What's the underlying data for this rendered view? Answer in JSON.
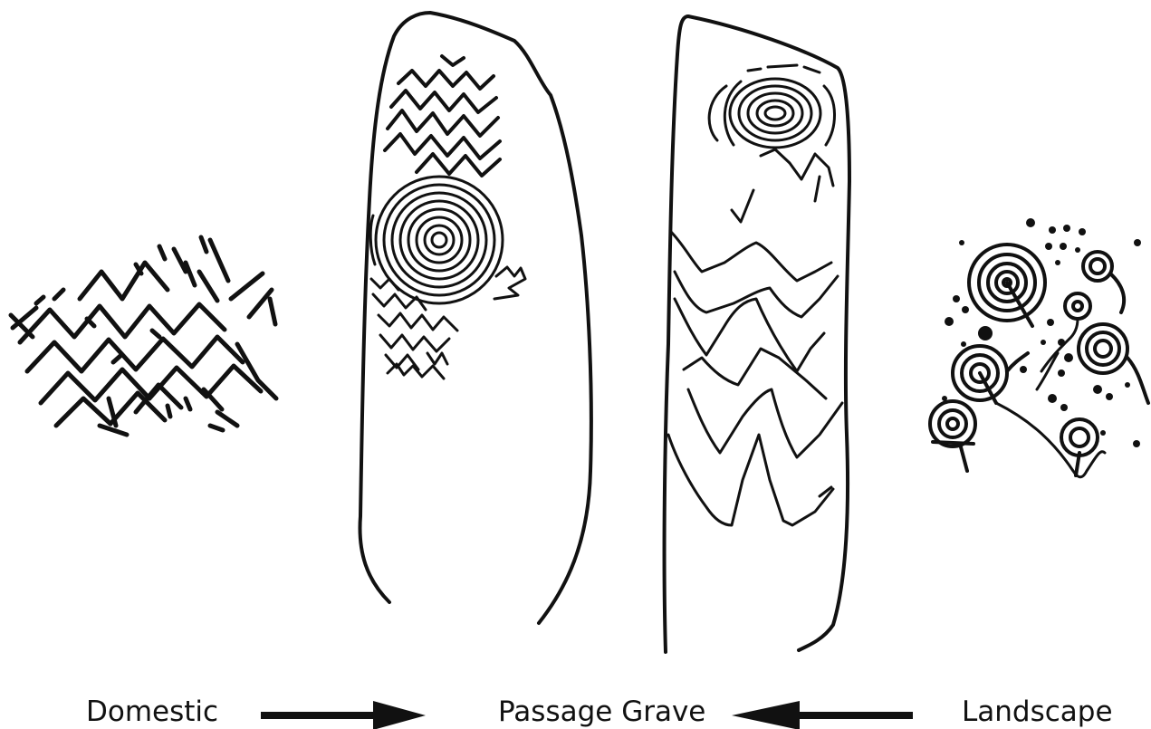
{
  "labels": {
    "domestic": "Domestic",
    "passage_grave": "Passage Grave",
    "landscape": "Landscape"
  },
  "arrows": [
    {
      "from": "Domestic",
      "to": "Passage Grave"
    },
    {
      "from": "Landscape",
      "to": "Passage Grave"
    }
  ],
  "colors": {
    "ink": "#111111",
    "paper": "#ffffff"
  }
}
